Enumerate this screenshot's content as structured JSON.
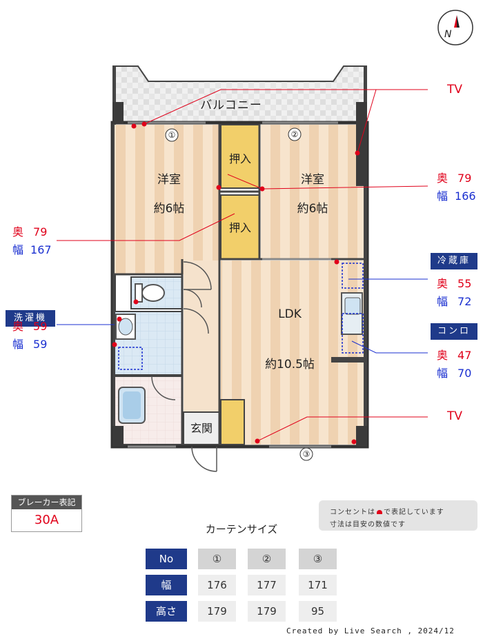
{
  "rooms": {
    "balcony": "バルコニー",
    "western_left": {
      "name": "洋室",
      "size": "約6帖"
    },
    "western_right": {
      "name": "洋室",
      "size": "約6帖"
    },
    "closet_upper": "押入",
    "closet_lower": "押入",
    "ldk": {
      "name": "LDK",
      "size": "約10.5帖"
    },
    "entrance": "玄関"
  },
  "window_markers": [
    "①",
    "②",
    "③"
  ],
  "tv_labels": {
    "top": "TV",
    "bottom": "TV"
  },
  "window1_dims": {
    "depth_label": "奥",
    "depth": "79",
    "width_label": "幅",
    "width": "167"
  },
  "window2_dims": {
    "depth_label": "奥",
    "depth": "79",
    "width_label": "幅",
    "width": "166"
  },
  "fridge": {
    "header": "冷蔵庫",
    "depth_label": "奥",
    "depth": "55",
    "width_label": "幅",
    "width": "72"
  },
  "stove": {
    "header": "コンロ",
    "depth_label": "奥",
    "depth": "47",
    "width_label": "幅",
    "width": "70"
  },
  "washer": {
    "header": "洗濯機",
    "depth_label": "奥",
    "depth": "59",
    "width_label": "幅",
    "width": "59"
  },
  "breaker": {
    "label": "ブレーカー表記",
    "value": "30A"
  },
  "note": {
    "line1": "コンセントは",
    "line1b": "で表記しています",
    "line2": "寸法は目安の数値です"
  },
  "curtain": {
    "title": "カーテンサイズ",
    "row_labels": [
      "No",
      "幅",
      "高さ"
    ],
    "columns": [
      {
        "no": "①",
        "width": "176",
        "height": "179"
      },
      {
        "no": "②",
        "width": "177",
        "height": "179"
      },
      {
        "no": "③",
        "width": "171",
        "height": "95"
      }
    ]
  },
  "compass": {
    "letter": "N"
  },
  "credit": "Created by Live Search , 2024/12",
  "colors": {
    "header_blue": "#1f3a8a",
    "red": "#e0001a",
    "blue": "#1a2fd0",
    "floor": "#f3dcc0",
    "closet": "#f2cf6a",
    "tile": "#d7e8f5"
  }
}
